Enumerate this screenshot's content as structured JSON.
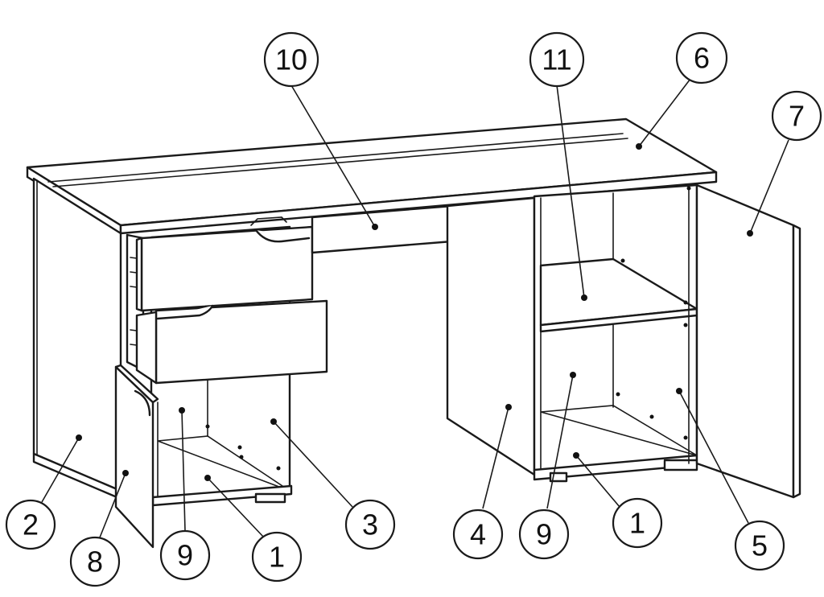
{
  "callouts": [
    {
      "label": "10"
    },
    {
      "label": "11"
    },
    {
      "label": "6"
    },
    {
      "label": "7"
    },
    {
      "label": "2"
    },
    {
      "label": "8"
    },
    {
      "label": "9"
    },
    {
      "label": "1"
    },
    {
      "label": "3"
    },
    {
      "label": "4"
    },
    {
      "label": "9"
    },
    {
      "label": "1"
    },
    {
      "label": "5"
    }
  ]
}
